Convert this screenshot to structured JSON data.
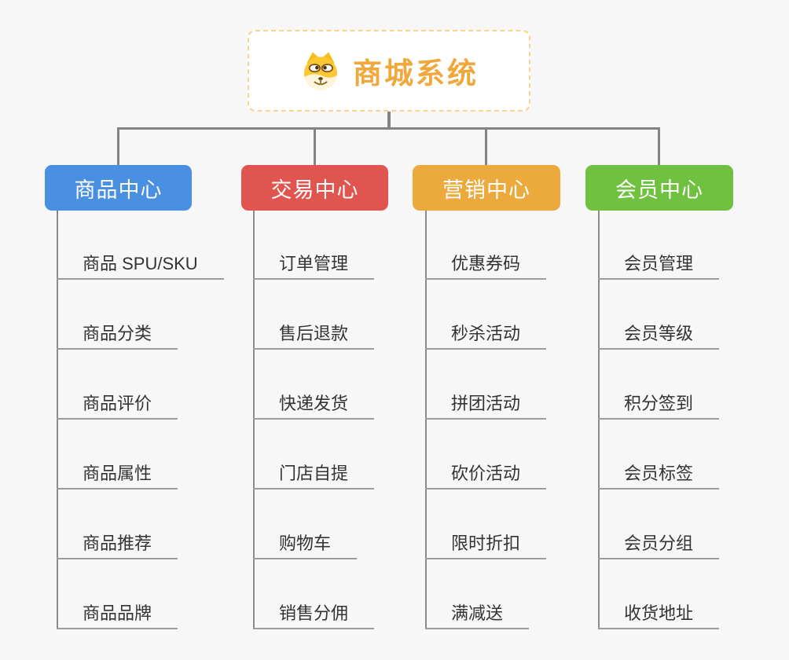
{
  "root": {
    "title": "商城系统",
    "icon": "doge-icon",
    "text_color": "#f0a83c",
    "border_color": "#f8d48e"
  },
  "branches": [
    {
      "label": "商品中心",
      "color": "#4a90e2",
      "items": [
        "商品 SPU/SKU",
        "商品分类",
        "商品评价",
        "商品属性",
        "商品推荐",
        "商品品牌"
      ]
    },
    {
      "label": "交易中心",
      "color": "#e15551",
      "items": [
        "订单管理",
        "售后退款",
        "快递发货",
        "门店自提",
        "购物车",
        "销售分佣"
      ]
    },
    {
      "label": "营销中心",
      "color": "#ecaa3c",
      "items": [
        "优惠券码",
        "秒杀活动",
        "拼团活动",
        "砍价活动",
        "限时折扣",
        "满减送"
      ]
    },
    {
      "label": "会员中心",
      "color": "#6fc13f",
      "items": [
        "会员管理",
        "会员等级",
        "积分签到",
        "会员标签",
        "会员分组",
        "收货地址"
      ]
    }
  ],
  "colors": {
    "background": "#f7f7f7",
    "connector": "#848484",
    "leaf_underline": "#9c9c9c",
    "leaf_text": "#333333"
  }
}
